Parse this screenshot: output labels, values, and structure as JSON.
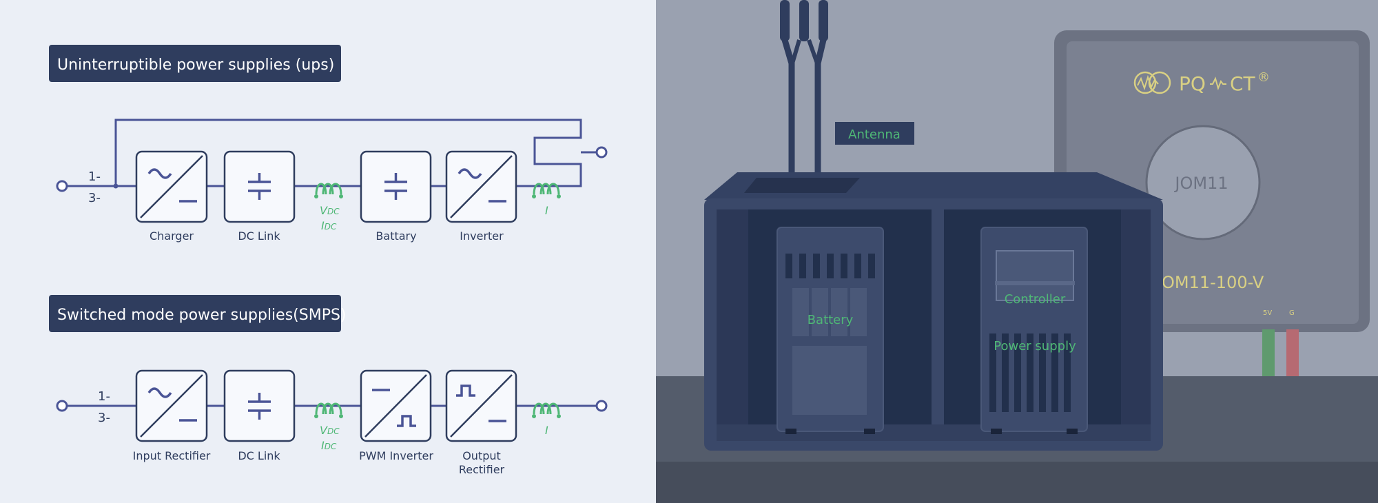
{
  "ups": {
    "title": "Uninterruptible power supplies (ups)",
    "phase_top": "1-",
    "phase_bottom": "3-",
    "blocks": [
      "Charger",
      "DC Link",
      "Battary",
      "Inverter"
    ],
    "sensor1_top": "V",
    "sensor1_top_sub": "DC",
    "sensor1_bottom": "I",
    "sensor1_bottom_sub": "DC",
    "sensor2": "I"
  },
  "smps": {
    "title": "Switched mode power supplies(SMPS)",
    "phase_top": "1-",
    "phase_bottom": "3-",
    "blocks": [
      "Input Rectifier",
      "DC Link",
      "PWM Inverter",
      "Output"
    ],
    "block4_line2": "Rectifier",
    "sensor1_top": "V",
    "sensor1_top_sub": "DC",
    "sensor1_bottom": "I",
    "sensor1_bottom_sub": "DC",
    "sensor2": "I"
  },
  "device": {
    "antenna_label": "Antenna",
    "battery_label": "Battery",
    "controller_label": "Controller",
    "power_supply_label": "Power supply",
    "brand_pq": "PQ",
    "brand_ct": "CT",
    "brand_reg": "®",
    "sensor_model": "JOM11",
    "sensor_part": "OM11-100-V",
    "pin_5v": "5V",
    "pin_g": "G"
  },
  "colors": {
    "navy": "#2f3d5e",
    "blue_line": "#4a5496",
    "green": "#4fb776",
    "panel_bg": "#ebeff6",
    "photo_wall": "#9aa1b0"
  }
}
